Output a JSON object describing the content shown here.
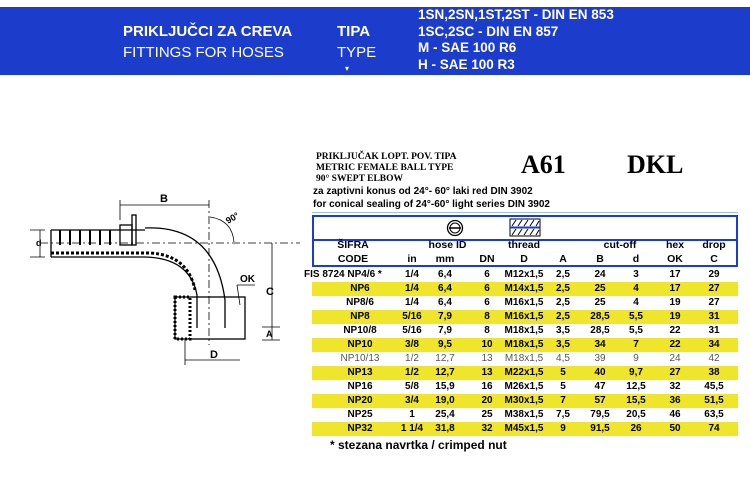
{
  "banner": {
    "title_sr": "PRIKLJUČCI ZA CREVA",
    "title_en": "FITTINGS FOR HOSES",
    "type_sr": "TIPA",
    "type_en": "TYPE",
    "standards": [
      "1SN,2SN,1ST,2ST - DIN EN 853",
      "1SC,2SC - DIN EN 857",
      "M - SAE 100 R6",
      "H - SAE 100 R3"
    ]
  },
  "product": {
    "line1": "PRIKLJUČAK LOPT. POV. TIPA",
    "line2": "METRIC FEMALE BALL TYPE",
    "line3": "90° SWEPT ELBOW",
    "code": "A61",
    "type": "DKL",
    "note_sr": "za zaptivni konus od 24°- 60° laki red DIN 3902",
    "note_en": "for conical sealing of 24°-60° light series DIN 3902"
  },
  "drawing": {
    "labels": {
      "B": "B",
      "angle": "90°",
      "d": "d",
      "OK": "OK",
      "C": "C",
      "A": "A",
      "D": "D"
    }
  },
  "table": {
    "group_headers": {
      "code": "ŠIFRA",
      "hose": "hose ID",
      "thread": "thread",
      "cutoff": "cut-off",
      "hex": "hex",
      "drop": "drop"
    },
    "headers": [
      "CODE",
      "in",
      "mm",
      "DN",
      "D",
      "A",
      "B",
      "d",
      "OK",
      "C"
    ],
    "rows": [
      [
        "FIS 8724 NP4/6 *",
        "1/4",
        "6,4",
        "6",
        "M12x1,5",
        "2,5",
        "24",
        "3",
        "17",
        "29"
      ],
      [
        "NP6",
        "1/4",
        "6,4",
        "6",
        "M14x1,5",
        "2,5",
        "25",
        "4",
        "17",
        "27"
      ],
      [
        "NP8/6",
        "1/4",
        "6,4",
        "6",
        "M16x1,5",
        "2,5",
        "25",
        "4",
        "19",
        "27"
      ],
      [
        "NP8",
        "5/16",
        "7,9",
        "8",
        "M16x1,5",
        "2,5",
        "28,5",
        "5,5",
        "19",
        "31"
      ],
      [
        "NP10/8",
        "5/16",
        "7,9",
        "8",
        "M18x1,5",
        "3,5",
        "28,5",
        "5,5",
        "22",
        "31"
      ],
      [
        "NP10",
        "3/8",
        "9,5",
        "10",
        "M18x1,5",
        "3,5",
        "34",
        "7",
        "22",
        "34"
      ],
      [
        "NP10/13",
        "1/2",
        "12,7",
        "13",
        "M18x1,5",
        "4,5",
        "39",
        "9",
        "24",
        "42"
      ],
      [
        "NP13",
        "1/2",
        "12,7",
        "13",
        "M22x1,5",
        "5",
        "40",
        "9,7",
        "27",
        "38"
      ],
      [
        "NP16",
        "5/8",
        "15,9",
        "16",
        "M26x1,5",
        "5",
        "47",
        "12,5",
        "32",
        "45,5"
      ],
      [
        "NP20",
        "3/4",
        "19,0",
        "20",
        "M30x1,5",
        "7",
        "57",
        "15,5",
        "36",
        "51,5"
      ],
      [
        "NP25",
        "1",
        "25,4",
        "25",
        "M38x1,5",
        "7,5",
        "79,5",
        "20,5",
        "46",
        "63,5"
      ],
      [
        "NP32",
        "1 1/4",
        "31,8",
        "32",
        "M45x1,5",
        "9",
        "91,5",
        "26",
        "50",
        "74"
      ]
    ],
    "footnote": "* stezana navrtka / crimped nut"
  },
  "colors": {
    "banner": "#1c3ccc",
    "highlight": "#efe62c"
  }
}
